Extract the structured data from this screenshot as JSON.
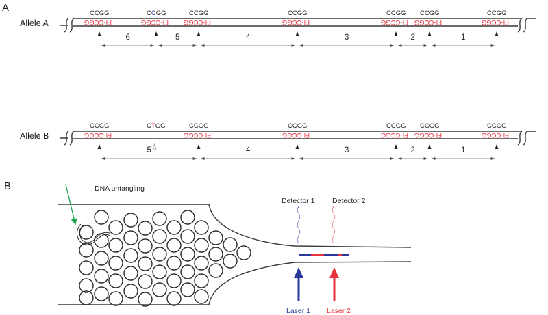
{
  "panel_a": {
    "label": "A",
    "alleles": [
      {
        "name": "Allele A",
        "sites": [
          {
            "top": [
              "C",
              "C",
              "G",
              "G"
            ],
            "top_colors": [
              "#231f20",
              "#231f20",
              "#231f20",
              "#231f20"
            ],
            "bottom": "FI-CCGG",
            "cut": true
          },
          {
            "top": [
              "C",
              "C",
              "G",
              "G"
            ],
            "top_colors": [
              "#231f20",
              "#2b3a9a",
              "#231f20",
              "#231f20"
            ],
            "bottom": "FI-CCGG",
            "cut": true
          },
          {
            "top": [
              "C",
              "C",
              "G",
              "G"
            ],
            "top_colors": [
              "#231f20",
              "#231f20",
              "#231f20",
              "#231f20"
            ],
            "bottom": "FI-CCGG",
            "cut": true
          },
          {
            "top": [
              "C",
              "C",
              "G",
              "G"
            ],
            "top_colors": [
              "#231f20",
              "#231f20",
              "#231f20",
              "#231f20"
            ],
            "bottom": "FI-CCGG",
            "cut": true
          },
          {
            "top": [
              "C",
              "C",
              "G",
              "G"
            ],
            "top_colors": [
              "#231f20",
              "#231f20",
              "#231f20",
              "#231f20"
            ],
            "bottom": "FI-CCGG",
            "cut": true
          },
          {
            "top": [
              "C",
              "C",
              "G",
              "G"
            ],
            "top_colors": [
              "#231f20",
              "#231f20",
              "#231f20",
              "#231f20"
            ],
            "bottom": "FI-CCGG",
            "cut": true
          },
          {
            "top": [
              "C",
              "C",
              "G",
              "G"
            ],
            "top_colors": [
              "#231f20",
              "#231f20",
              "#231f20",
              "#231f20"
            ],
            "bottom": "FI-CCGG",
            "cut": true
          }
        ],
        "fragments": [
          "6",
          "5",
          "4",
          "3",
          "2",
          "1"
        ]
      },
      {
        "name": "Allele B",
        "sites": [
          {
            "top": [
              "C",
              "C",
              "G",
              "G"
            ],
            "top_colors": [
              "#231f20",
              "#231f20",
              "#231f20",
              "#231f20"
            ],
            "bottom": "FI-CCGG",
            "cut": true
          },
          {
            "top": [
              "C",
              "T",
              "G",
              "G"
            ],
            "top_colors": [
              "#231f20",
              "#e8323c",
              "#231f20",
              "#231f20"
            ],
            "bottom": "",
            "cut": false
          },
          {
            "top": [
              "C",
              "C",
              "G",
              "G"
            ],
            "top_colors": [
              "#231f20",
              "#231f20",
              "#231f20",
              "#231f20"
            ],
            "bottom": "FI-CCGG",
            "cut": true
          },
          {
            "top": [
              "C",
              "C",
              "G",
              "G"
            ],
            "top_colors": [
              "#231f20",
              "#231f20",
              "#231f20",
              "#231f20"
            ],
            "bottom": "FI-CCGG",
            "cut": true
          },
          {
            "top": [
              "C",
              "C",
              "G",
              "G"
            ],
            "top_colors": [
              "#231f20",
              "#231f20",
              "#231f20",
              "#231f20"
            ],
            "bottom": "FI-CCGG",
            "cut": true
          },
          {
            "top": [
              "C",
              "C",
              "G",
              "G"
            ],
            "top_colors": [
              "#231f20",
              "#231f20",
              "#231f20",
              "#231f20"
            ],
            "bottom": "FI-CCGG",
            "cut": true
          },
          {
            "top": [
              "C",
              "C",
              "G",
              "G"
            ],
            "top_colors": [
              "#231f20",
              "#231f20",
              "#231f20",
              "#231f20"
            ],
            "bottom": "FI-CCGG",
            "cut": true
          }
        ],
        "fragments": [
          "5",
          "4",
          "3",
          "2",
          "1"
        ]
      }
    ]
  },
  "panel_b": {
    "label": "B",
    "untangling_label": "DNA untangling",
    "detector1_label": "Detector 1",
    "detector2_label": "Detector 2",
    "laser1_label": "Laser 1",
    "laser2_label": "Laser 2",
    "colors": {
      "blue": "#2b3a9a",
      "red": "#e8323c",
      "green": "#1aa34a",
      "signal_blue": "#7b86c9",
      "signal_red": "#f08a8f"
    }
  }
}
